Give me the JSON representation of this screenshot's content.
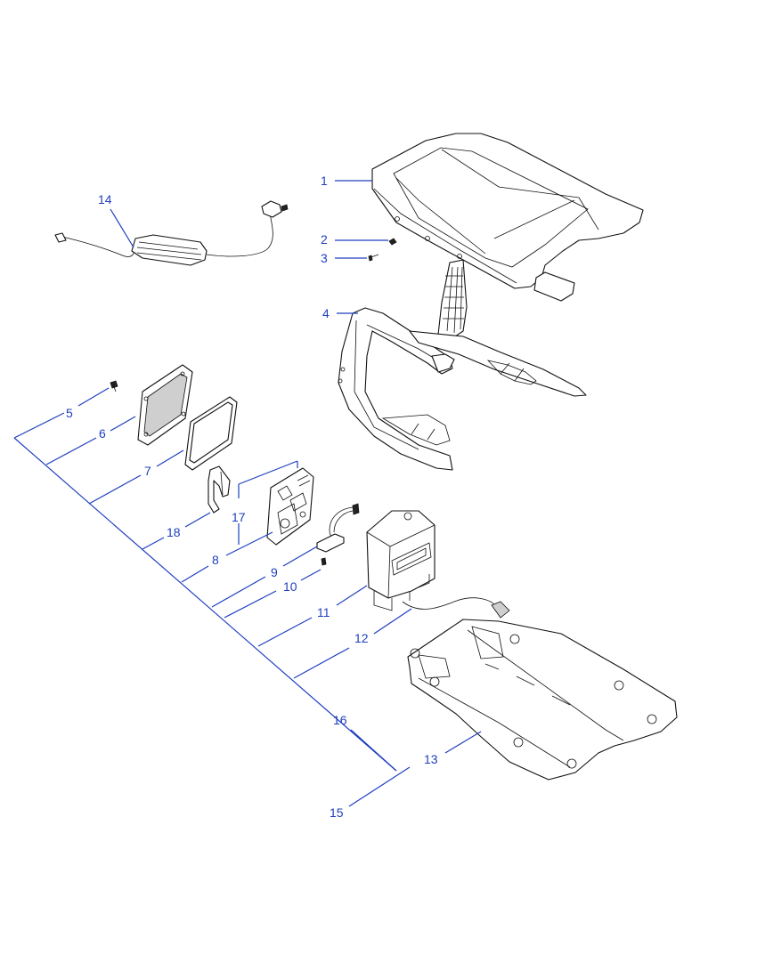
{
  "diagram": {
    "callouts": {
      "c1": "1",
      "c2": "2",
      "c3": "3",
      "c4": "4",
      "c5": "5",
      "c6": "6",
      "c7": "7",
      "c8": "8",
      "c9": "9",
      "c10": "10",
      "c11": "11",
      "c12": "12",
      "c13": "13",
      "c14": "14",
      "c15": "15",
      "c16": "16",
      "c17": "17",
      "c18": "18"
    },
    "colors": {
      "leader": "#1f3fbf",
      "linework": "#111111",
      "background": "#ffffff"
    }
  }
}
